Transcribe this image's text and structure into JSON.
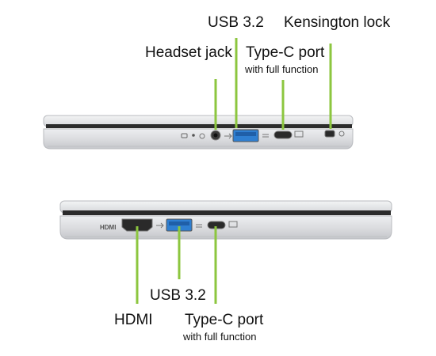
{
  "callouts": {
    "top": {
      "usb": "USB 3.2",
      "kensington": "Kensington lock",
      "headset": "Headset jack",
      "typec": "Type-C port",
      "typec_sub": "with full function"
    },
    "bottom": {
      "usb": "USB 3.2",
      "hdmi": "HDMI",
      "typec": "Type-C port",
      "typec_sub": "with full function"
    }
  },
  "port_markings": {
    "hdmi": "HDMI"
  },
  "colors": {
    "callout_line": "#8cc63f",
    "usb_blue": "#2f7fd1",
    "chassis": "#d9dadd",
    "chassis_edge": "#b9bbbf",
    "bezel": "#2b2b2b"
  }
}
